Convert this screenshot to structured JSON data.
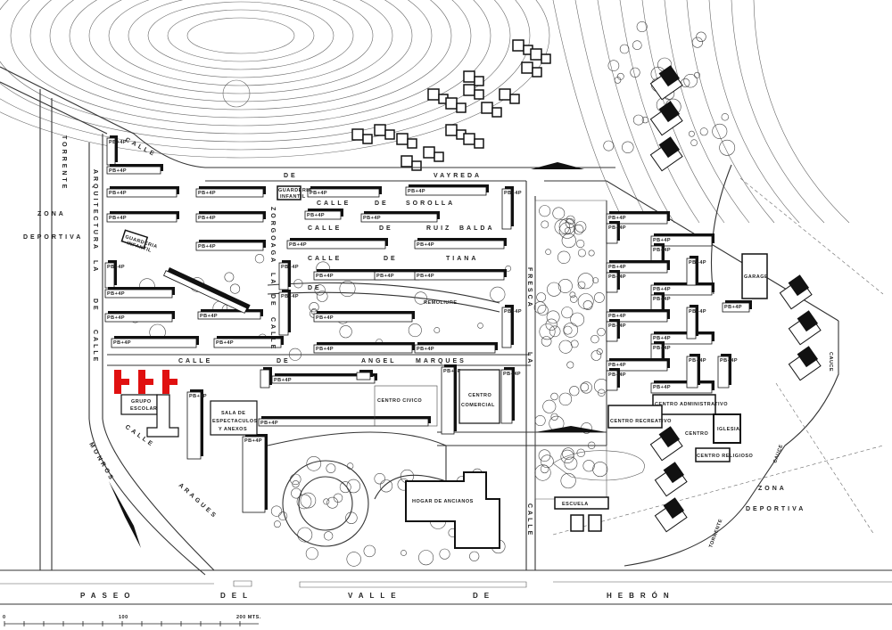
{
  "map": {
    "streets": {
      "vayreda": [
        "CALLE",
        "DE",
        "VAYREDA"
      ],
      "sorolla": [
        "CALLE",
        "DE",
        "SOROLLA"
      ],
      "ruiz_balda": [
        "CALLE",
        "DE",
        "RUIZ",
        "BALDA"
      ],
      "tiana": [
        "CALLE",
        "DE",
        "TIANA"
      ],
      "remoliure": [
        "DE",
        "REMOLIURE"
      ],
      "angel_marques": [
        "CALLE",
        "DE",
        "ANGEL",
        "MARQUES"
      ],
      "arquitectura": [
        "ARQUITECTURA",
        "LA",
        "DE",
        "CALLE"
      ],
      "zorgoaga": [
        "ZORGOAGA",
        "LA",
        "DE",
        "CALLE"
      ],
      "fresca": [
        "FRESCA",
        "LA"
      ],
      "monros": [
        "MONROS",
        "CALLE",
        "ARAGUES"
      ],
      "calle_bottom": "CALLE",
      "paseo": [
        "PASEO",
        "DEL",
        "VALLE",
        "DE",
        "HEBRÓN"
      ]
    },
    "areas": {
      "torrente": "TORRENTE",
      "zona_deportiva_left": [
        "ZONA",
        "DEPORTIVA"
      ],
      "zona_deportiva_right": [
        "ZONA",
        "DEPORTIVA"
      ],
      "cauce": "CAUCE",
      "torrente_right": "TORRENTE",
      "cauce_left": "CAUCE"
    },
    "buildings": {
      "grupo_escolar": [
        "GRUPO",
        "ESCOLAR"
      ],
      "sala_espectaculos": [
        "SALA DE",
        "ESPECTACULOS",
        "Y ANEXOS"
      ],
      "centro_civico": "CENTRO CIVICO",
      "centro_comercial": [
        "CENTRO",
        "COMERCIAL"
      ],
      "hogar_ancianos": "HOGAR DE ANCIANOS",
      "escuela": "ESCUELA",
      "centro_administrativo": "CENTRO ADMINISTRATIVO",
      "centro_recreativo": "CENTRO RECREATIVO",
      "centro_sanitario": "CENTRO",
      "iglesia": "IGLESIA",
      "centro_religioso": "CENTRO RELIGIOSO",
      "garage": "GARAGE",
      "guarderia": [
        "GUARDERIA",
        "INFANTIL"
      ],
      "housing_label": "PB+4P"
    },
    "scale": {
      "zero": "0",
      "mid": "100",
      "end": "200 MTS."
    },
    "colors": {
      "school": "#e01010",
      "ink": "#111111",
      "paper": "#ffffff"
    }
  }
}
